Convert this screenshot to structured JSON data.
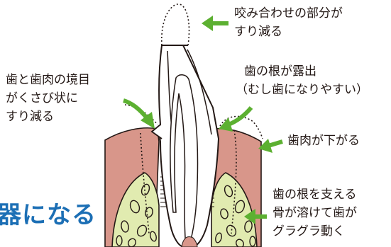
{
  "labels": {
    "crown_wear": [
      "咬み合わせの部分が",
      "すり減る"
    ],
    "neck_wear": [
      "歯と歯肉の境目",
      "がくさび状に",
      "すり減る"
    ],
    "root_exposed": [
      "歯の根が露出",
      "（むし歯になりやすい）"
    ],
    "gum_recede": [
      "歯肉が下がる"
    ],
    "bone_loss": [
      "歯の根を支える",
      "骨が溶けて歯が",
      "グラグラ動く"
    ]
  },
  "heading": "器になる",
  "colors": {
    "arrow": "#5cb031",
    "gum": "#d8968a",
    "bone": "#e1ebb0",
    "tooth": "#ffffff",
    "outline": "#231815",
    "heading": "#1c6fb5"
  }
}
